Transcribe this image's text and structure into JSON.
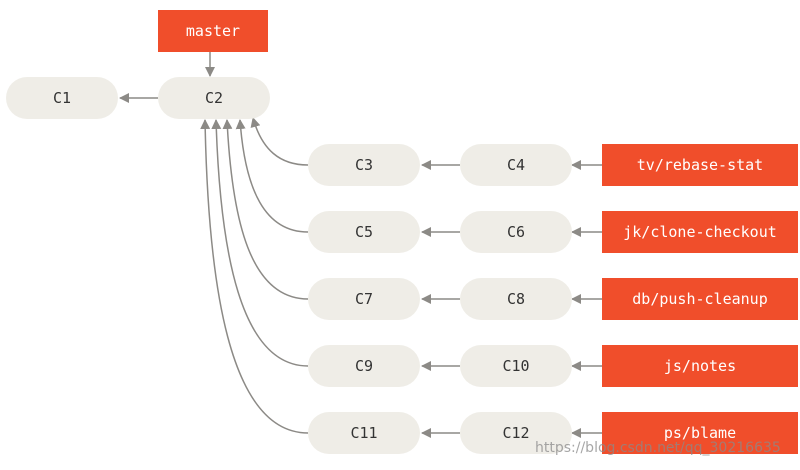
{
  "colors": {
    "commit_fill": "#efede7",
    "commit_text": "#333333",
    "branch_fill": "#f04e2b",
    "branch_text": "#ffffff",
    "edge": "#8c8a86"
  },
  "commits": {
    "c1": "C1",
    "c2": "C2",
    "c3": "C3",
    "c4": "C4",
    "c5": "C5",
    "c6": "C6",
    "c7": "C7",
    "c8": "C8",
    "c9": "C9",
    "c10": "C10",
    "c11": "C11",
    "c12": "C12"
  },
  "branches": {
    "master": "master",
    "tv_rebase_stat": "tv/rebase-stat",
    "jk_clone_checkout": "jk/clone-checkout",
    "db_push_cleanup": "db/push-cleanup",
    "js_notes": "js/notes",
    "ps_blame": "ps/blame"
  },
  "watermark": "https://blog.csdn.net/qq_30216635"
}
